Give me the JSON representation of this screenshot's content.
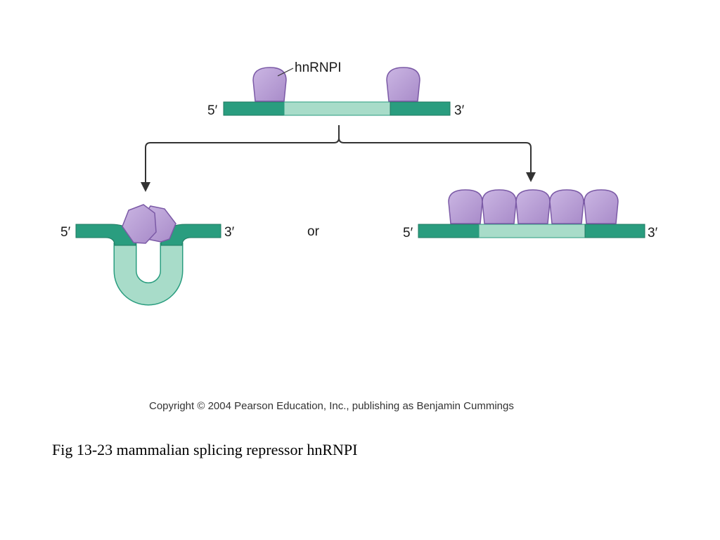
{
  "diagram": {
    "protein_label": "hnRNPI",
    "five_prime": "5′",
    "three_prime": "3′",
    "or_text": "or"
  },
  "copyright": "Copyright © 2004 Pearson Education, Inc., publishing as Benjamin Cummings",
  "caption": "Fig 13-23 mammalian splicing repressor hnRNPI",
  "colors": {
    "exon": "#2a9d7f",
    "exon_stroke": "#1f7a61",
    "intron": "#a8dcc9",
    "intron_stroke": "#2a9d7f",
    "protein": "#b79cd4",
    "protein_stroke": "#7b5aa6",
    "arrow": "#333333"
  }
}
